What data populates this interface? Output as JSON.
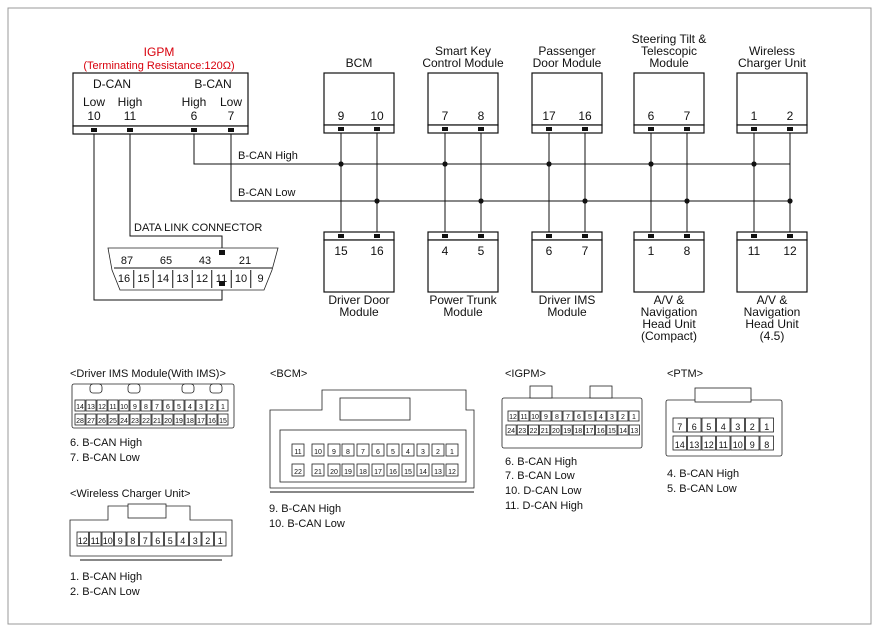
{
  "igpm": {
    "title": "IGPM",
    "subtitle": "(Terminating Resistance:120Ω)",
    "dcan": "D-CAN",
    "bcan": "B-CAN",
    "pins": [
      {
        "level": "Low",
        "num": "10"
      },
      {
        "level": "High",
        "num": "11"
      },
      {
        "level": "High",
        "num": "6"
      },
      {
        "level": "Low",
        "num": "7"
      }
    ]
  },
  "bus": {
    "high": "B-CAN High",
    "low": "B-CAN Low"
  },
  "top_modules": [
    {
      "name": "BCM",
      "pins": [
        "9",
        "10"
      ]
    },
    {
      "name": "Smart Key\nControl Module",
      "pins": [
        "7",
        "8"
      ]
    },
    {
      "name": "Passenger\nDoor Module",
      "pins": [
        "17",
        "16"
      ]
    },
    {
      "name": "Steering Tilt &\nTelescopic\nModule",
      "pins": [
        "6",
        "7"
      ]
    },
    {
      "name": "Wireless\nCharger Unit",
      "pins": [
        "1",
        "2"
      ]
    }
  ],
  "bottom_modules": [
    {
      "name": "Driver Door\nModule",
      "pins": [
        "15",
        "16"
      ]
    },
    {
      "name": "Power Trunk\nModule",
      "pins": [
        "4",
        "5"
      ]
    },
    {
      "name": "Driver IMS\nModule",
      "pins": [
        "6",
        "7"
      ]
    },
    {
      "name": "A/V &\nNavigation\nHead Unit\n(Compact)",
      "pins": [
        "1",
        "8"
      ]
    },
    {
      "name": "A/V &\nNavigation\nHead Unit\n(4.5)",
      "pins": [
        "11",
        "12"
      ]
    }
  ],
  "dlc": {
    "label": "DATA LINK CONNECTOR",
    "top_pins": [
      "87",
      "65",
      "43",
      "21"
    ],
    "bottom_pins": [
      "16",
      "15",
      "14",
      "13",
      "12",
      "11",
      "10",
      "9"
    ]
  },
  "connectors": {
    "driver_ims": {
      "title": "<Driver IMS Module(With IMS)>",
      "row1": [
        "14",
        "13",
        "12",
        "11",
        "10",
        "9",
        "8",
        "7",
        "6",
        "5",
        "4",
        "3",
        "2",
        "1"
      ],
      "row2": [
        "28",
        "27",
        "26",
        "25",
        "24",
        "23",
        "22",
        "21",
        "20",
        "19",
        "18",
        "17",
        "16",
        "15"
      ],
      "notes": [
        "6. B-CAN High",
        "7. B-CAN Low"
      ]
    },
    "bcm": {
      "title": "<BCM>",
      "row1": [
        "11",
        "10",
        "9",
        "8",
        "7",
        "6",
        "5",
        "4",
        "3",
        "2",
        "1"
      ],
      "row2": [
        "22",
        "21",
        "20",
        "19",
        "18",
        "17",
        "16",
        "15",
        "14",
        "13",
        "12"
      ],
      "notes": [
        "9. B-CAN High",
        "10. B-CAN Low"
      ]
    },
    "igpm": {
      "title": "<IGPM>",
      "row1": [
        "12",
        "11",
        "10",
        "9",
        "8",
        "7",
        "6",
        "5",
        "4",
        "3",
        "2",
        "1"
      ],
      "row2": [
        "24",
        "23",
        "22",
        "21",
        "20",
        "19",
        "18",
        "17",
        "16",
        "15",
        "14",
        "13"
      ],
      "notes": [
        "6. B-CAN High",
        "7. B-CAN Low",
        "10. D-CAN Low",
        "11. D-CAN High"
      ]
    },
    "ptm": {
      "title": "<PTM>",
      "row1": [
        "7",
        "6",
        "5",
        "4",
        "3",
        "2",
        "1"
      ],
      "row2": [
        "14",
        "13",
        "12",
        "11",
        "10",
        "9",
        "8"
      ],
      "notes": [
        "4. B-CAN High",
        "5. B-CAN Low"
      ]
    },
    "wireless": {
      "title": "<Wireless Charger Unit>",
      "row1": [
        "12",
        "11",
        "10",
        "9",
        "8",
        "7",
        "6",
        "5",
        "4",
        "3",
        "2",
        "1"
      ],
      "notes": [
        "1. B-CAN High",
        "2. B-CAN Low"
      ]
    }
  }
}
